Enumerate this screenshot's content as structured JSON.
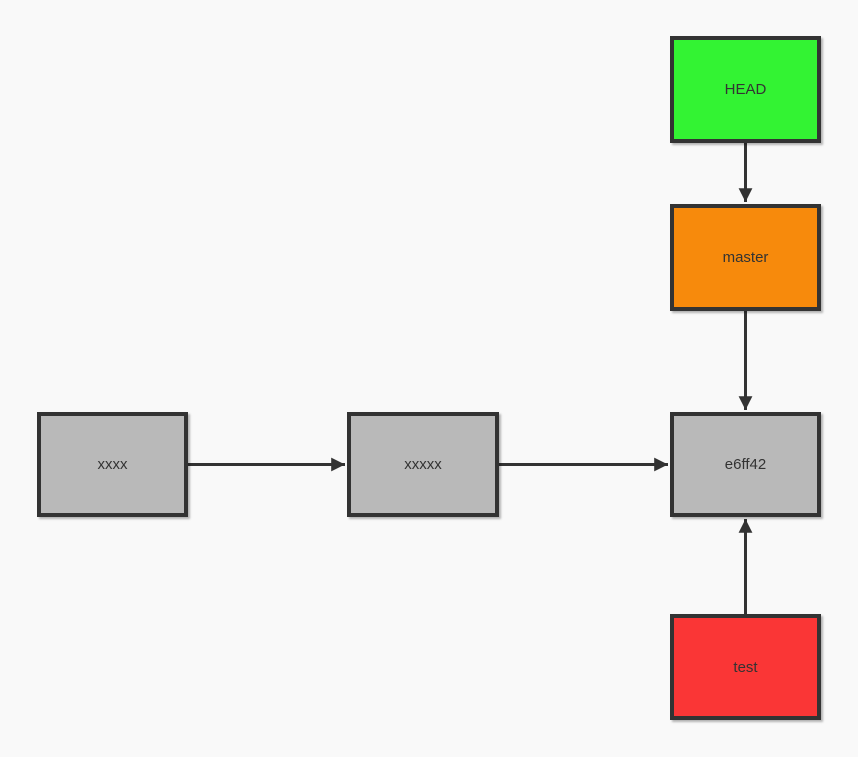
{
  "diagram": {
    "type": "flowchart",
    "background_color": "#f9f9f9",
    "node_border_color": "#333333",
    "node_text_color": "#333333",
    "arrow_color": "#333333",
    "nodes": {
      "head": {
        "label": "HEAD",
        "fill": "#33f333"
      },
      "master": {
        "label": "master",
        "fill": "#f78a0c"
      },
      "commit": {
        "label": "e6ff42",
        "fill": "#b9b9b9"
      },
      "test": {
        "label": "test",
        "fill": "#fa3636"
      },
      "x1": {
        "label": "xxxx",
        "fill": "#b9b9b9"
      },
      "x2": {
        "label": "xxxxx",
        "fill": "#b9b9b9"
      }
    },
    "edges": [
      {
        "from": "HEAD",
        "to": "master"
      },
      {
        "from": "master",
        "to": "e6ff42"
      },
      {
        "from": "test",
        "to": "e6ff42"
      },
      {
        "from": "xxxx",
        "to": "xxxxx"
      },
      {
        "from": "xxxxx",
        "to": "e6ff42"
      }
    ]
  }
}
